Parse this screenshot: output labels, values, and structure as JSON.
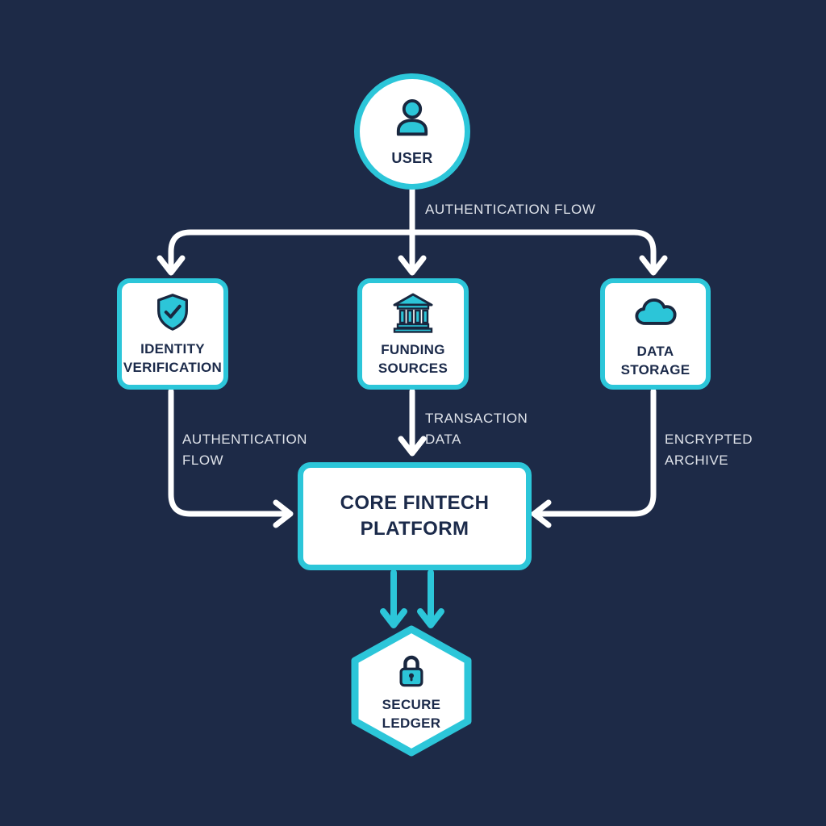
{
  "diagram": {
    "nodes": {
      "user": {
        "label": "USER",
        "icon": "person-icon",
        "shape": "circle"
      },
      "identity": {
        "label": "IDENTITY\nVERIFICATION",
        "icon": "shield-check-icon",
        "shape": "rounded-square"
      },
      "funding": {
        "label": "FUNDING\nSOURCES",
        "icon": "bank-icon",
        "shape": "rounded-square"
      },
      "storage": {
        "label": "DATA\nSTORAGE",
        "icon": "cloud-icon",
        "shape": "rounded-square"
      },
      "core": {
        "label": "CORE FINTECH\nPLATFORM",
        "shape": "rounded-rectangle"
      },
      "ledger": {
        "label": "SECURE\nLEDGER",
        "icon": "lock-icon",
        "shape": "hexagon"
      }
    },
    "edge_labels": {
      "auth_flow_top": "AUTHENTICATION FLOW",
      "auth_flow_left": "AUTHENTICATION\nFLOW",
      "transaction_data": "TRANSACTION\nDATA",
      "encrypted_archive": "ENCRYPTED\nARCHIVE"
    },
    "colors": {
      "background": "#1d2a47",
      "accent_cyan": "#2cc6d9",
      "icon_cyan": "#2cc5d8",
      "node_fill": "#ffffff",
      "arrow_white": "#ffffff",
      "node_text_dark": "#1b2a4a",
      "edge_label_light": "#dfe3ea",
      "icon_outline_dark": "#19273f"
    }
  }
}
